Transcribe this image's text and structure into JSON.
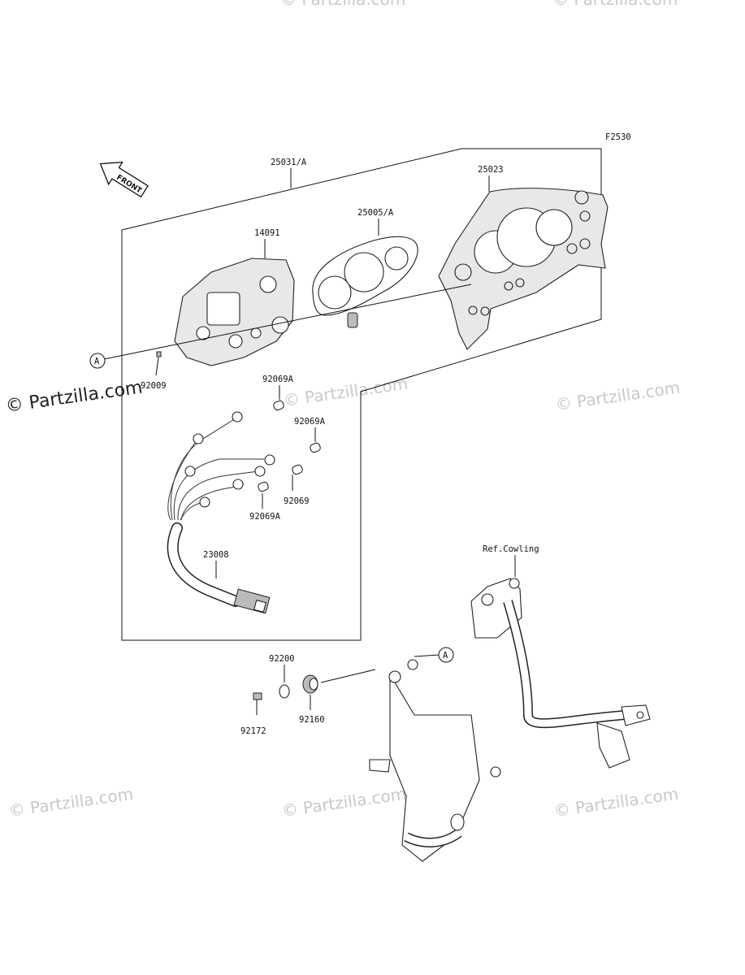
{
  "figure_code": "F2530",
  "front_arrow": {
    "label": "FRONT"
  },
  "callout_a": "A",
  "ref_note": "Ref.Cowling",
  "watermark": "© Partzilla.com",
  "parts": {
    "meter_assy": "25031/A",
    "meter_cover": "25023",
    "meter_panel": "25005/A",
    "meter_case": "14091",
    "screw_case": "92009",
    "bulb_1": "92069A",
    "bulb_2": "92069A",
    "bulb_3": "92069",
    "bulb_4": "92069A",
    "harness": "23008",
    "washer": "92200",
    "grommet": "92160",
    "bolt": "92172"
  }
}
